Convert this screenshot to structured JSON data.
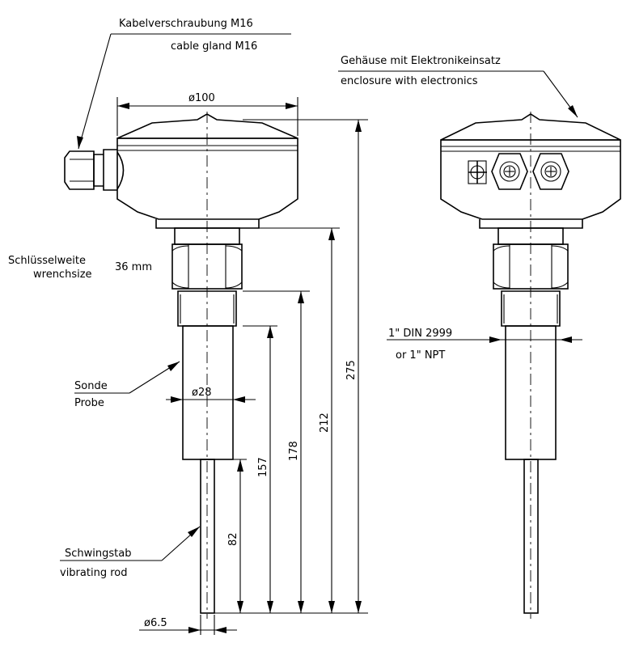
{
  "labels": {
    "cable_gland_de": "Kabelverschraubung M16",
    "cable_gland_en": "cable gland M16",
    "enclosure_de": "Gehäuse mit Elektronikeinsatz",
    "enclosure_en": "enclosure with electronics",
    "wrench_de": "Schlüsselweite",
    "wrench_en": "wrenchsize",
    "wrench_value": "36 mm",
    "thread_line1": "1\" DIN 2999",
    "thread_line2": "or 1\" NPT",
    "probe_de": "Sonde",
    "probe_en": "Probe",
    "rod_de": "Schwingstab",
    "rod_en": "vibrating rod"
  },
  "dimensions": {
    "housing_diameter": "ø100",
    "probe_diameter": "ø28",
    "rod_diameter": "ø6.5",
    "total_length": "275",
    "length_212": "212",
    "length_178": "178",
    "length_157": "157",
    "length_82": "82"
  }
}
